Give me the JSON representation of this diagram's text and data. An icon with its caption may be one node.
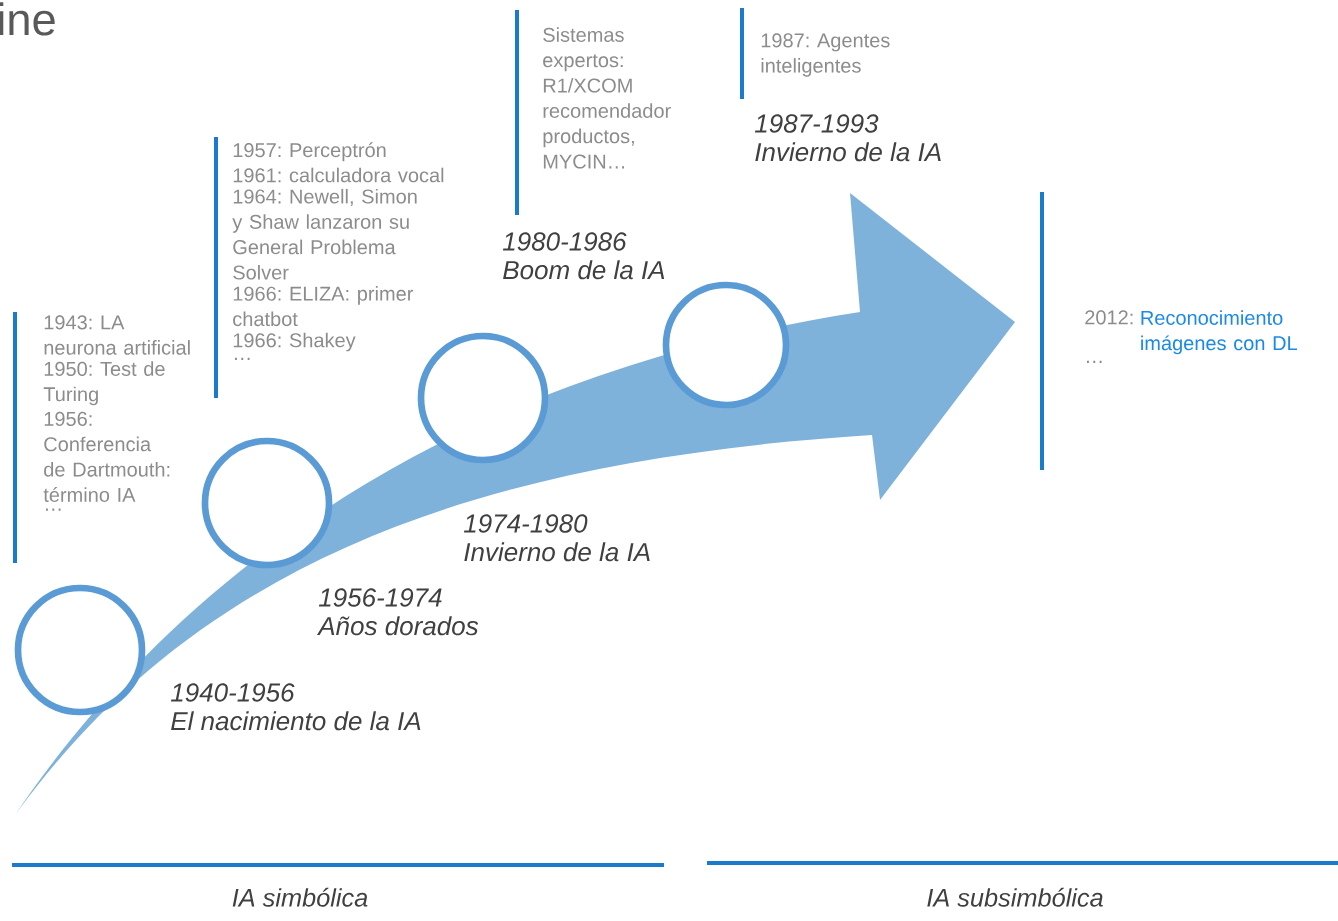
{
  "diagram": {
    "nodes": [
      {
        "text": [],
        "shape": "circle"
      },
      {
        "text": [],
        "shape": "circle"
      },
      {
        "text": [],
        "shape": "circle"
      },
      {
        "text": [],
        "shape": "circle"
      }
    ],
    "labels": [
      "ine",
      "1943: LA neurona artificial",
      "1950: Test de Turing",
      "1956: Conferencia de Dartmouth: término IA",
      "…",
      "1957: Perceptrón",
      "1961: calculadora vocal",
      "1964: Newell, Simon y Shaw lanzaron su General Problema Solver",
      "1966: ELIZA: primer chatbot",
      "1966: Shakey",
      "…",
      "Sistemas expertos: R1/XCOM recomendador productos, MYCIN…",
      "1987: Agentes inteligentes",
      "2012:",
      "Reconocimiento imágenes con DL",
      "…",
      "1940-1956",
      "El nacimiento de la IA",
      "1956-1974",
      "Años dorados",
      "1974-1980",
      "Invierno de la IA",
      "1980-1986",
      "Boom de la IA",
      "1987-1993",
      "Invierno de la IA",
      "IA simbólica",
      "IA subsimbólica"
    ]
  }
}
